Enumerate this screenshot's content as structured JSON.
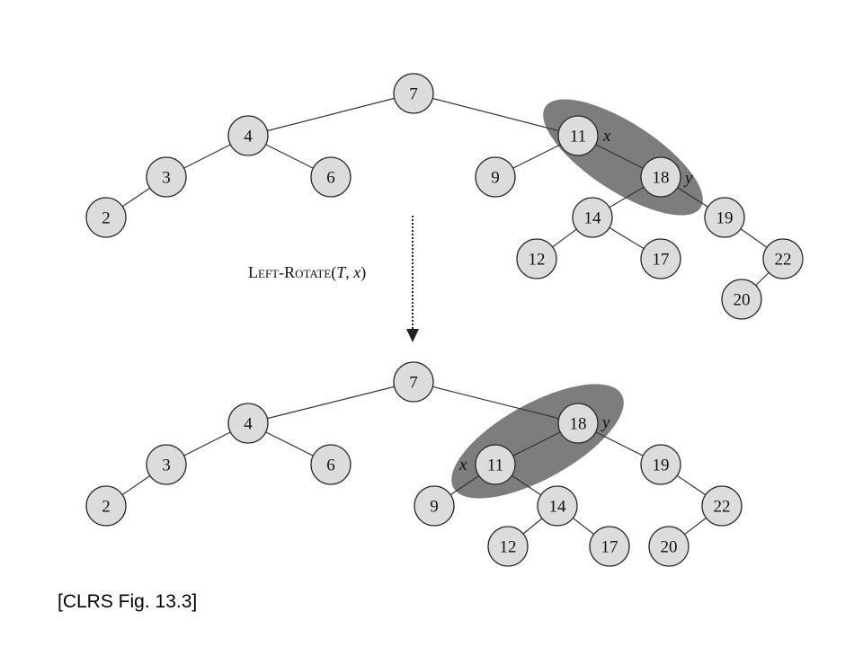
{
  "operation": {
    "left_cap": "L",
    "left_rest": "EFT",
    "dash": "-",
    "rotate_cap": "R",
    "rotate_rest": "OTATE",
    "args_open": "(",
    "arg1": "T",
    "comma": ", ",
    "arg2": "x",
    "args_close": ")"
  },
  "caption": "[CLRS Fig. 13.3]",
  "colors": {
    "node_fill": "#dcdcdc",
    "highlight": "#7d7d7d"
  },
  "before": {
    "nodes": [
      "7",
      "4",
      "11",
      "3",
      "6",
      "9",
      "18",
      "2",
      "14",
      "19",
      "12",
      "17",
      "22",
      "20"
    ],
    "labels": {
      "x": "x",
      "y": "y"
    }
  },
  "after": {
    "nodes": [
      "7",
      "4",
      "18",
      "3",
      "6",
      "11",
      "19",
      "2",
      "9",
      "14",
      "22",
      "12",
      "17",
      "20"
    ],
    "labels": {
      "x": "x",
      "y": "y"
    }
  }
}
